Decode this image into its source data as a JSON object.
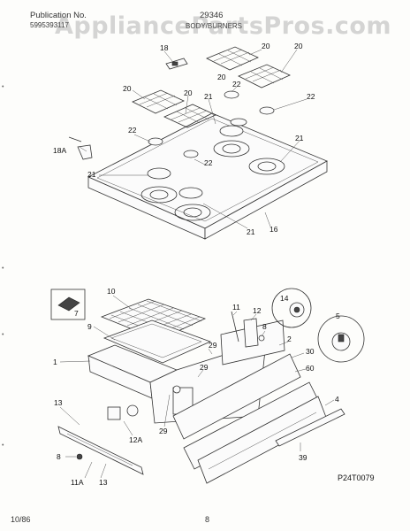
{
  "header": {
    "publication_label": "Publication No.",
    "publication_number": "5995393117",
    "model": "29346",
    "section": "BODY/BURNERS"
  },
  "watermark": "AppliancePartsPros.com",
  "diagram_code": "P24T0079",
  "footer": {
    "date": "10/86",
    "page": "8"
  },
  "colors": {
    "line": "#333333",
    "watermark": "#8a8a8a",
    "paper": "#fdfdfb"
  },
  "callouts": {
    "top": [
      "18",
      "20",
      "20",
      "20",
      "20",
      "20",
      "22",
      "22",
      "21",
      "22",
      "21",
      "18A",
      "22",
      "21",
      "21",
      "16"
    ],
    "bottom": [
      "10",
      "7",
      "9",
      "1",
      "11",
      "12",
      "14",
      "5",
      "8",
      "2",
      "30",
      "60",
      "4",
      "29",
      "29",
      "13",
      "12A",
      "29",
      "8",
      "11A",
      "13",
      "39"
    ]
  }
}
